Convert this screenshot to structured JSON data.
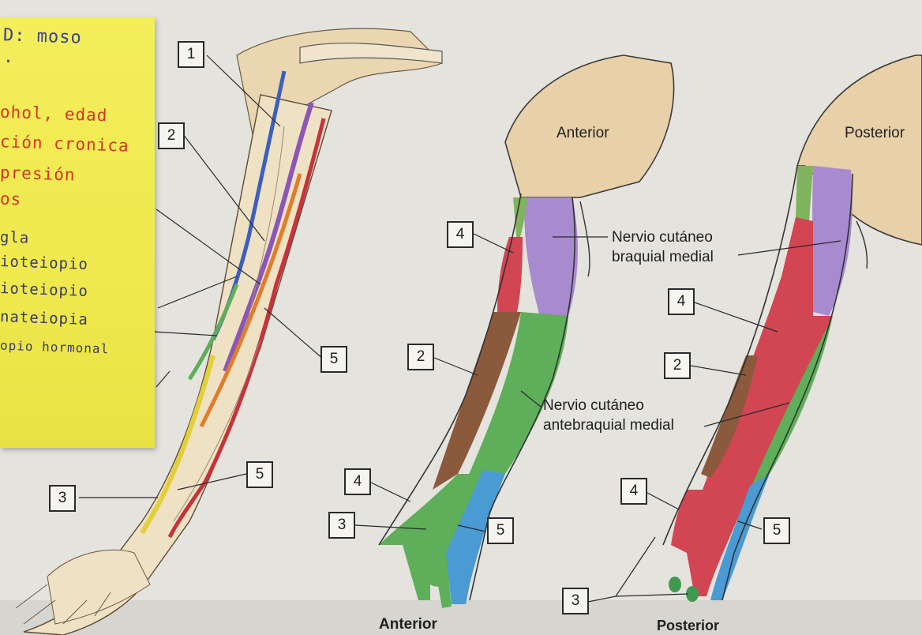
{
  "sticky_note": {
    "lines": [
      {
        "text": "D: moso",
        "color": "blue"
      },
      {
        "text": ".",
        "color": "blue"
      },
      {
        "text": "ohol, edad",
        "color": "red"
      },
      {
        "text": "ción cronica",
        "color": "red"
      },
      {
        "text": "presión",
        "color": "red"
      },
      {
        "text": "os",
        "color": "red"
      },
      {
        "text": "gla",
        "color": "dark"
      },
      {
        "text": "ioteiopio",
        "color": "dark"
      },
      {
        "text": "ioteiopio",
        "color": "dark"
      },
      {
        "text": "nateiopia",
        "color": "dark"
      },
      {
        "text": "opio hormonal",
        "color": "dark"
      }
    ]
  },
  "diagram_labels": {
    "anterior_top": "Anterior",
    "posterior_top": "Posterior",
    "nervio_braquial": [
      "Nervio cutáneo",
      "braquial medial"
    ],
    "nervio_antebraquial": [
      "Nervio cutáneo",
      "antebraquial medial"
    ],
    "anterior_bottom": "Anterior",
    "posterior_bottom": "Posterior"
  },
  "number_boxes": {
    "left_arm": [
      "1",
      "2",
      "5",
      "3",
      "5"
    ],
    "anterior_arm": [
      "4",
      "2",
      "4",
      "3",
      "5"
    ],
    "posterior_arm": [
      "4",
      "2",
      "4",
      "5",
      "3"
    ]
  },
  "colors": {
    "ulnar_red": "#c8323a",
    "median_green": "#5fae5a",
    "radial_brown": "#8b5a3c",
    "purple": "#9a7cc8",
    "blue": "#4a9ad4",
    "yellow": "#e3cf38",
    "orange": "#d97b2c",
    "skin_tan": "#e8d2a8",
    "sticky": "#f1eb52"
  }
}
